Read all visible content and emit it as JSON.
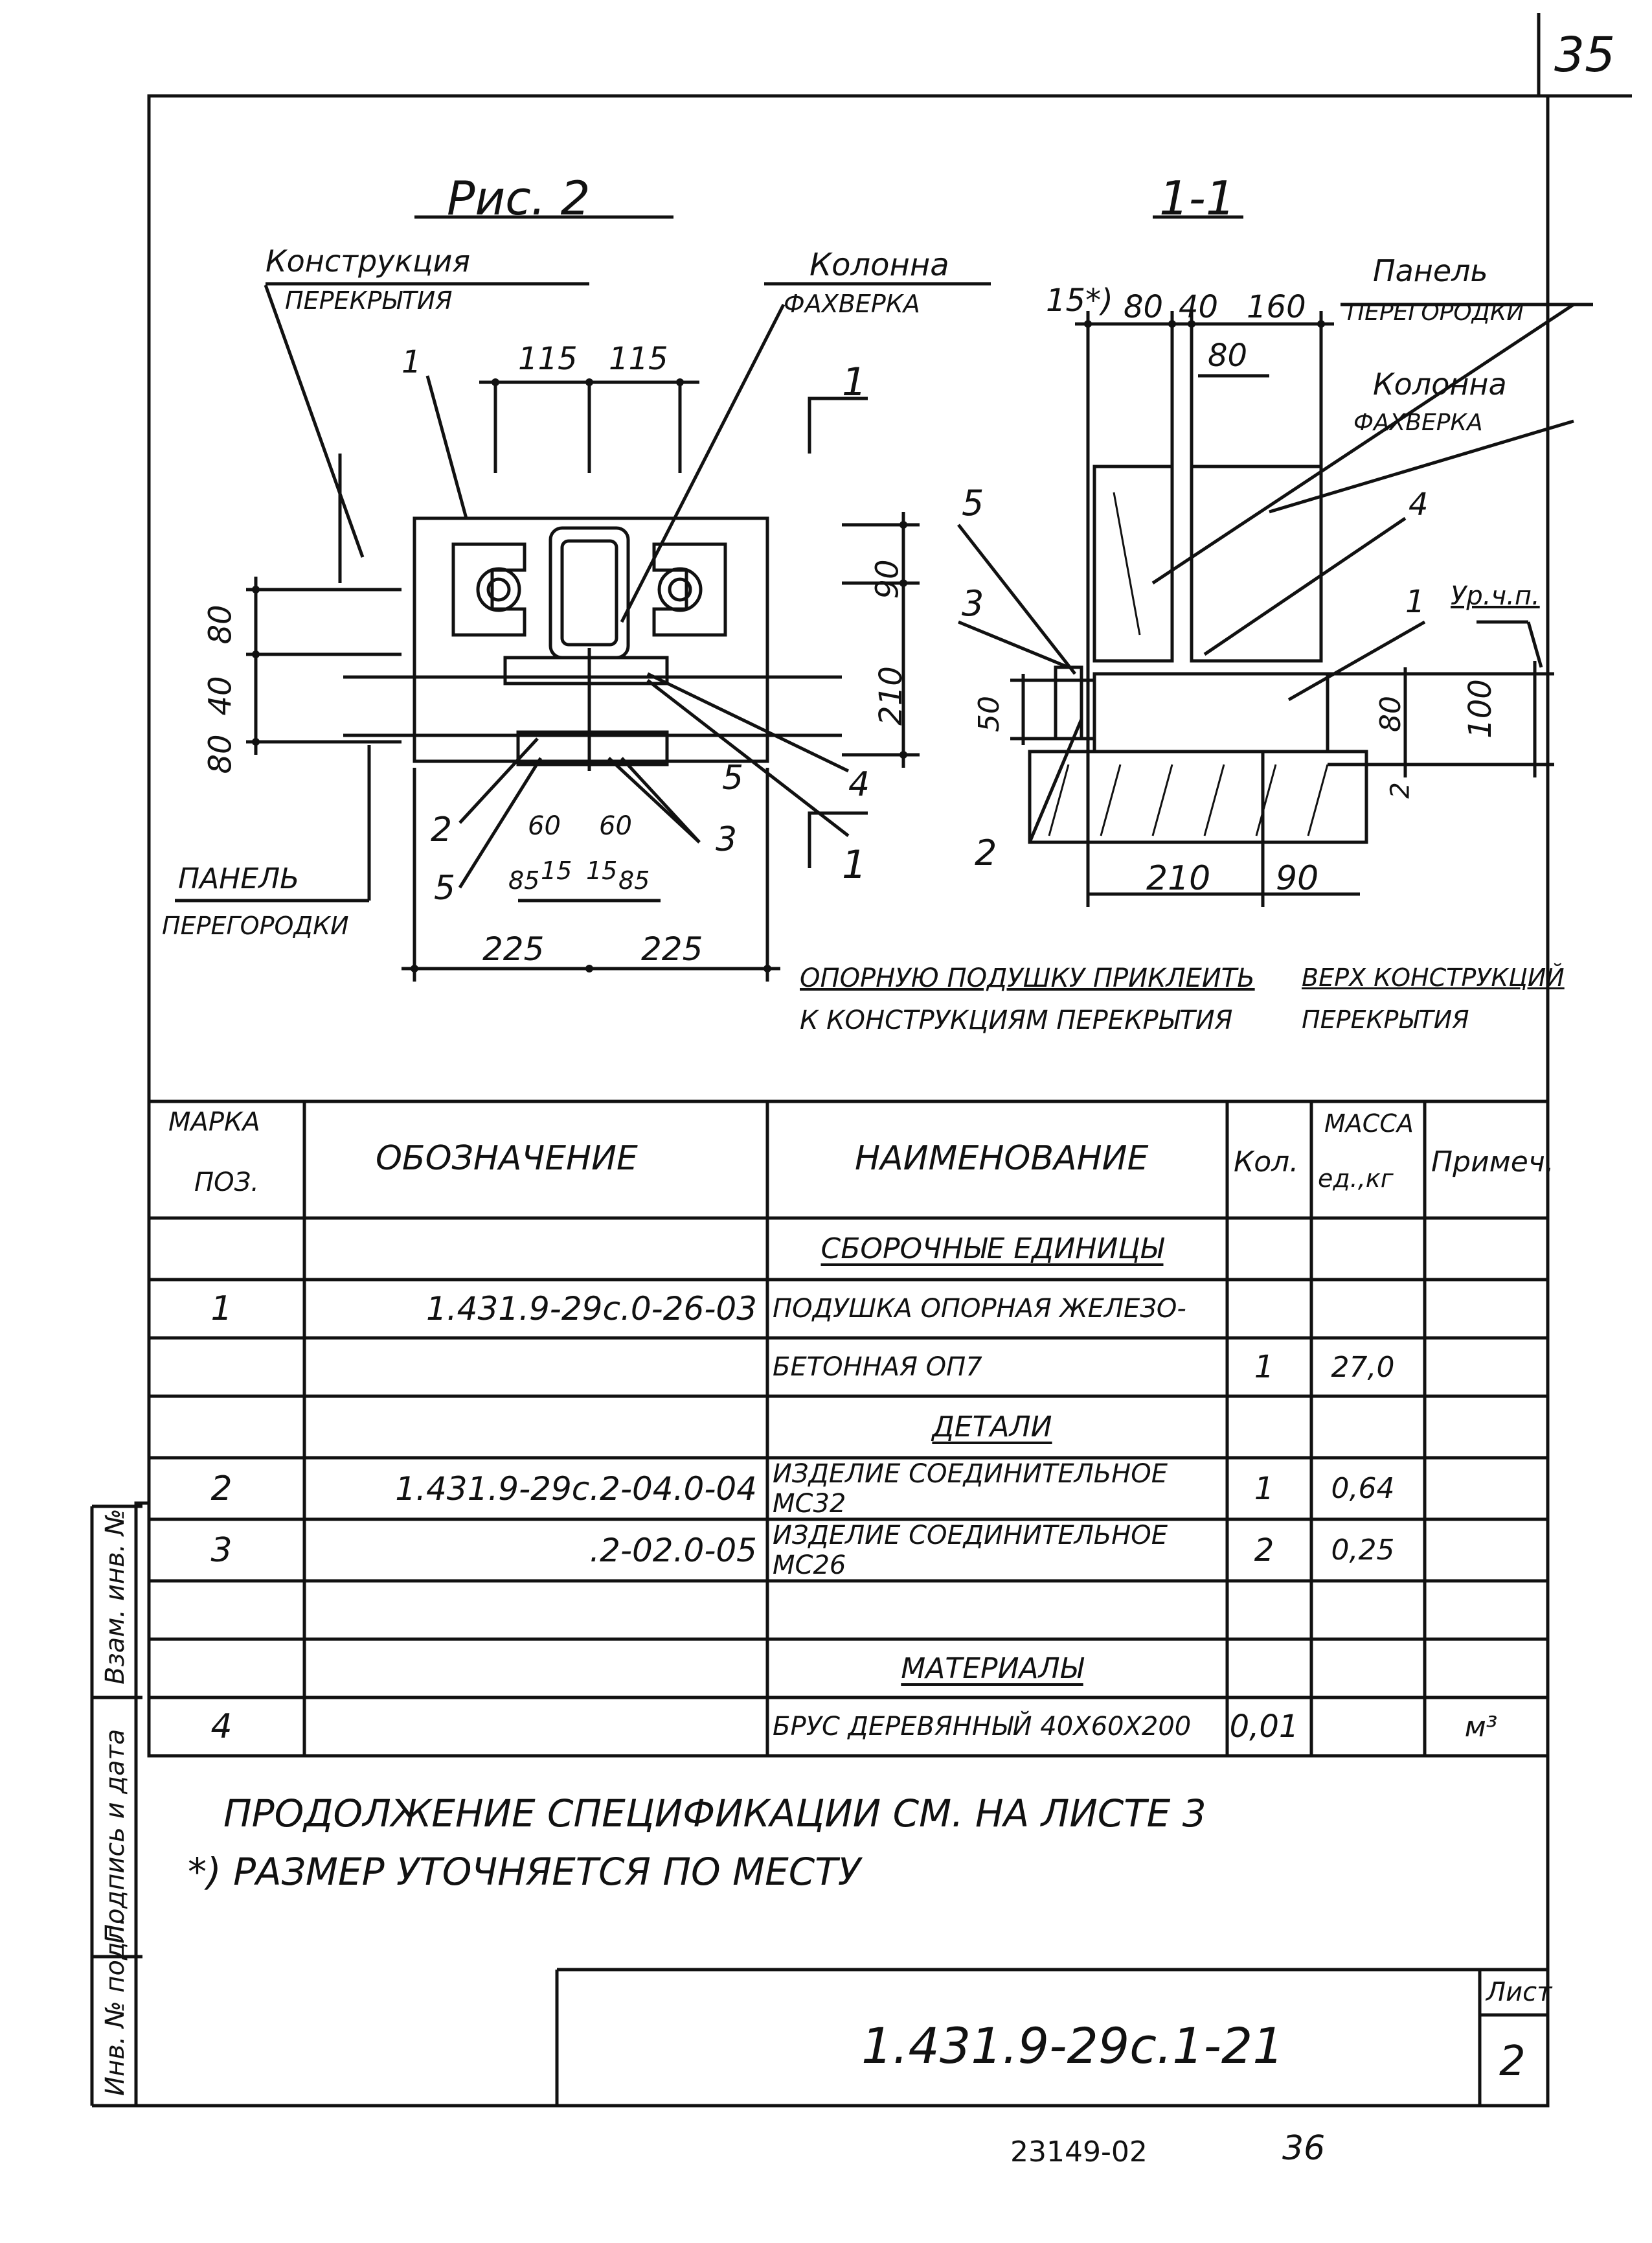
{
  "page_number": "35",
  "figure": {
    "title": "Рис. 2",
    "labels": {
      "floor_structure_1": "Конструкция",
      "floor_structure_2": "перекрытия",
      "column_1": "Колонна",
      "column_2": "фахверка",
      "panel_1": "Панель",
      "panel_2": "перегородки"
    },
    "dims": [
      "115",
      "115",
      "90",
      "210",
      "80",
      "40",
      "80",
      "60",
      "60",
      "15",
      "15",
      "85",
      "85",
      "225",
      "225"
    ],
    "positions": [
      "1",
      "2",
      "5",
      "5",
      "3",
      "4"
    ],
    "section_mark": "1"
  },
  "section": {
    "title": "1-1",
    "labels": {
      "panel_1": "Панель",
      "panel_2": "перегородки",
      "column_1": "Колонна",
      "column_2": "фахверка",
      "level": "Ур.ч.п."
    },
    "dims": [
      "15*)",
      "80",
      "40",
      "160",
      "80",
      "50",
      "80",
      "100",
      "2",
      "210",
      "90"
    ],
    "positions": [
      "5",
      "3",
      "2",
      "4",
      "1"
    ]
  },
  "notes": {
    "glue_1": "Опорную подушку приклеить",
    "glue_2": "к конструкциям перекрытия",
    "top_1": "Верх конструкций",
    "top_2": "перекрытия"
  },
  "table": {
    "headers": {
      "mark_1": "Марка",
      "mark_2": "поз.",
      "designation": "Обозначение",
      "name": "Наименование",
      "qty": "Кол.",
      "mass_1": "Масса",
      "mass_2": "ед.,кг",
      "note": "Примеч."
    },
    "rows": [
      {
        "mark": "",
        "designation": "",
        "name": "Сборочные единицы",
        "qty": "",
        "mass": "",
        "note": "",
        "section": true
      },
      {
        "mark": "1",
        "designation": "1.431.9-29с.0-26-03",
        "name": "Подушка опорная железо-",
        "qty": "",
        "mass": "",
        "note": ""
      },
      {
        "mark": "",
        "designation": "",
        "name": "бетонная ОП7",
        "qty": "1",
        "mass": "27,0",
        "note": ""
      },
      {
        "mark": "",
        "designation": "",
        "name": "Детали",
        "qty": "",
        "mass": "",
        "note": "",
        "section": true
      },
      {
        "mark": "2",
        "designation": "1.431.9-29с.2-04.0-04",
        "name": "Изделие соединительное МС32",
        "qty": "1",
        "mass": "0,64",
        "note": ""
      },
      {
        "mark": "3",
        "designation": ".2-02.0-05",
        "name": "Изделие соединительное МС26",
        "qty": "2",
        "mass": "0,25",
        "note": ""
      },
      {
        "mark": "",
        "designation": "",
        "name": "",
        "qty": "",
        "mass": "",
        "note": ""
      },
      {
        "mark": "",
        "designation": "",
        "name": "Материалы",
        "qty": "",
        "mass": "",
        "note": "",
        "section": true
      },
      {
        "mark": "4",
        "designation": "",
        "name": "Брус деревянный 40х60х200",
        "qty": "0,01",
        "mass": "",
        "note": "м³"
      }
    ]
  },
  "footnotes": {
    "continuation": "Продолжение спецификации см. на листе 3",
    "asterisk": "*) Размер уточняется по месту"
  },
  "side_stamp": {
    "inv_replace": "Взам. инв. №",
    "sign_date": "Подпись и дата",
    "inv_orig": "Инв. № подл."
  },
  "title_block": {
    "code": "1.431.9-29с.1-21",
    "sheet_label": "Лист",
    "sheet_number": "2"
  },
  "bottom": {
    "archive_number": "23149-02",
    "page": "36"
  }
}
